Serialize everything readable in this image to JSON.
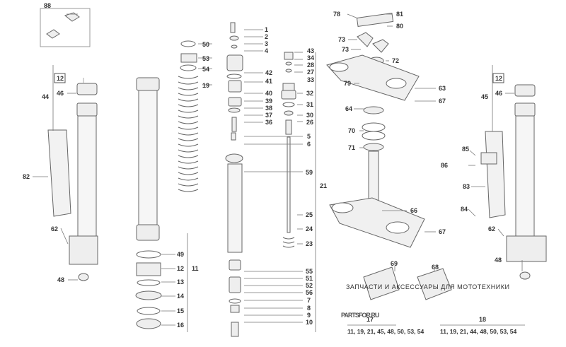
{
  "callouts": [
    {
      "id": "c88",
      "text": "88"
    },
    {
      "id": "c1",
      "text": "1"
    },
    {
      "id": "c2",
      "text": "2"
    },
    {
      "id": "c3",
      "text": "3"
    },
    {
      "id": "c4",
      "text": "4"
    },
    {
      "id": "c50",
      "text": "50"
    },
    {
      "id": "c53",
      "text": "53"
    },
    {
      "id": "c54",
      "text": "54"
    },
    {
      "id": "c19",
      "text": "19"
    },
    {
      "id": "c43",
      "text": "43"
    },
    {
      "id": "c34",
      "text": "34"
    },
    {
      "id": "c28",
      "text": "28"
    },
    {
      "id": "c27",
      "text": "27"
    },
    {
      "id": "c33",
      "text": "33"
    },
    {
      "id": "c42",
      "text": "42"
    },
    {
      "id": "c41",
      "text": "41"
    },
    {
      "id": "c40",
      "text": "40"
    },
    {
      "id": "c39",
      "text": "39"
    },
    {
      "id": "c38",
      "text": "38"
    },
    {
      "id": "c37",
      "text": "37"
    },
    {
      "id": "c36",
      "text": "36"
    },
    {
      "id": "c32",
      "text": "32"
    },
    {
      "id": "c31",
      "text": "31"
    },
    {
      "id": "c30",
      "text": "30"
    },
    {
      "id": "c26",
      "text": "26"
    },
    {
      "id": "c5",
      "text": "5"
    },
    {
      "id": "c6",
      "text": "6"
    },
    {
      "id": "c59",
      "text": "59"
    },
    {
      "id": "c21",
      "text": "21"
    },
    {
      "id": "c25",
      "text": "25"
    },
    {
      "id": "c24",
      "text": "24"
    },
    {
      "id": "c23",
      "text": "23"
    },
    {
      "id": "c55",
      "text": "55"
    },
    {
      "id": "c51",
      "text": "51"
    },
    {
      "id": "c52",
      "text": "52"
    },
    {
      "id": "c56",
      "text": "56"
    },
    {
      "id": "c7",
      "text": "7"
    },
    {
      "id": "c8",
      "text": "8"
    },
    {
      "id": "c9",
      "text": "9"
    },
    {
      "id": "c10",
      "text": "10"
    },
    {
      "id": "c49",
      "text": "49"
    },
    {
      "id": "c11",
      "text": "11"
    },
    {
      "id": "c12b",
      "text": "12"
    },
    {
      "id": "c13",
      "text": "13"
    },
    {
      "id": "c14",
      "text": "14"
    },
    {
      "id": "c15",
      "text": "15"
    },
    {
      "id": "c16",
      "text": "16"
    },
    {
      "id": "c12a",
      "text": "12"
    },
    {
      "id": "c44",
      "text": "44"
    },
    {
      "id": "c46a",
      "text": "46"
    },
    {
      "id": "c82",
      "text": "82"
    },
    {
      "id": "c62a",
      "text": "62"
    },
    {
      "id": "c48a",
      "text": "48"
    },
    {
      "id": "c78",
      "text": "78"
    },
    {
      "id": "c81",
      "text": "81"
    },
    {
      "id": "c80",
      "text": "80"
    },
    {
      "id": "c73a",
      "text": "73"
    },
    {
      "id": "c73b",
      "text": "73"
    },
    {
      "id": "c72",
      "text": "72"
    },
    {
      "id": "c79",
      "text": "79"
    },
    {
      "id": "c63",
      "text": "63"
    },
    {
      "id": "c67a",
      "text": "67"
    },
    {
      "id": "c64",
      "text": "64"
    },
    {
      "id": "c70",
      "text": "70"
    },
    {
      "id": "c71",
      "text": "71"
    },
    {
      "id": "c66",
      "text": "66"
    },
    {
      "id": "c67b",
      "text": "67"
    },
    {
      "id": "c69",
      "text": "69"
    },
    {
      "id": "c68",
      "text": "68"
    },
    {
      "id": "c17",
      "text": "17"
    },
    {
      "id": "c18",
      "text": "18"
    },
    {
      "id": "c12c",
      "text": "12"
    },
    {
      "id": "c45",
      "text": "45"
    },
    {
      "id": "c46b",
      "text": "46"
    },
    {
      "id": "c85",
      "text": "85"
    },
    {
      "id": "c86",
      "text": "86"
    },
    {
      "id": "c83",
      "text": "83"
    },
    {
      "id": "c84",
      "text": "84"
    },
    {
      "id": "c62b",
      "text": "62"
    },
    {
      "id": "c48b",
      "text": "48"
    }
  ],
  "kits": {
    "kit17_list": "11, 19, 21, 45, 48, 50, 53, 54",
    "kit18_list": "11, 19, 21, 44, 48, 50, 53, 54"
  },
  "watermark": {
    "tagline": "ЗАПЧАСТИ И АКСЕССУАРЫ ДЛЯ МОТОТЕХНИКИ",
    "brand": "PARTSFOR.RU"
  },
  "colors": {
    "line": "#555555",
    "part_fill": "#eeeeee",
    "part_stroke": "#666666",
    "watermark_red": "#e24a4a"
  }
}
